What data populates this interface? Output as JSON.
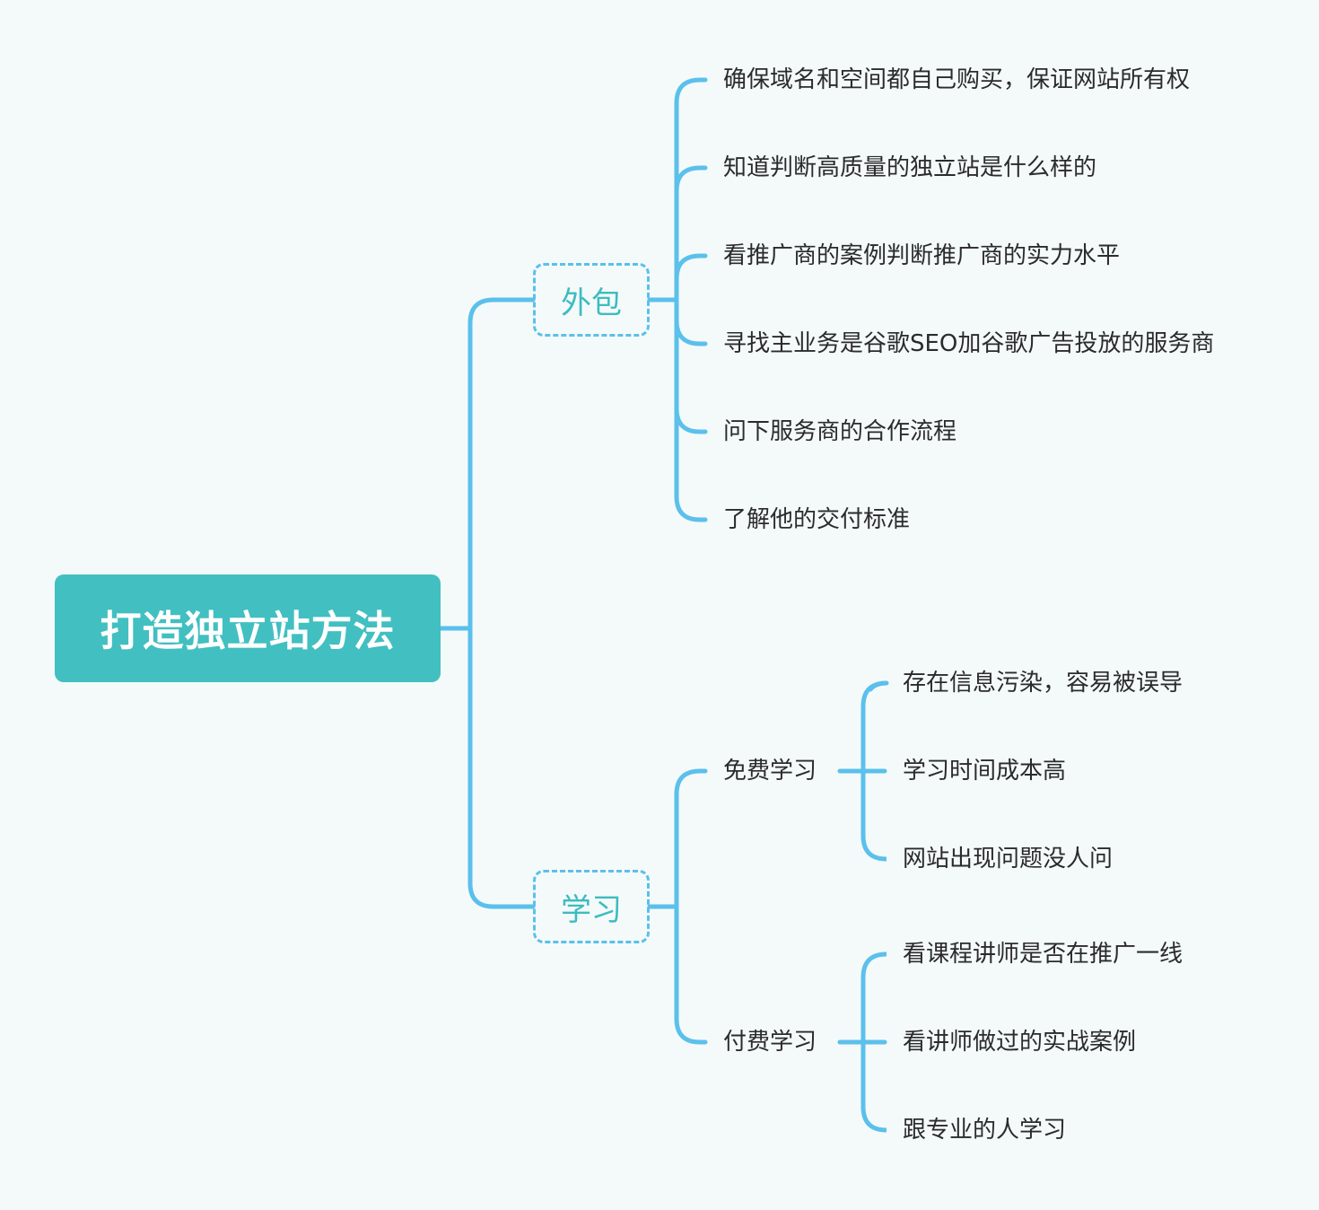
{
  "colors": {
    "background": "#F4FAFA",
    "root_fill": "#42BFC1",
    "root_text": "#FFFFFF",
    "connector": "#5BC0EB",
    "branch_text": "#3DBCC0",
    "leaf_text": "#2B2B2B"
  },
  "root": {
    "label": "打造独立站方法"
  },
  "branches": [
    {
      "label": "外包",
      "items": [
        "确保域名和空间都自己购买，保证网站所有权",
        "知道判断高质量的独立站是什么样的",
        "看推广商的案例判断推广商的实力水平",
        "寻找主业务是谷歌SEO加谷歌广告投放的服务商",
        "问下服务商的合作流程",
        "了解他的交付标准"
      ]
    },
    {
      "label": "学习",
      "subgroups": [
        {
          "label": "免费学习",
          "items": [
            "存在信息污染，容易被误导",
            "学习时间成本高",
            "网站出现问题没人问"
          ]
        },
        {
          "label": "付费学习",
          "items": [
            "看课程讲师是否在推广一线",
            "看讲师做过的实战案例",
            "跟专业的人学习"
          ]
        }
      ]
    }
  ]
}
